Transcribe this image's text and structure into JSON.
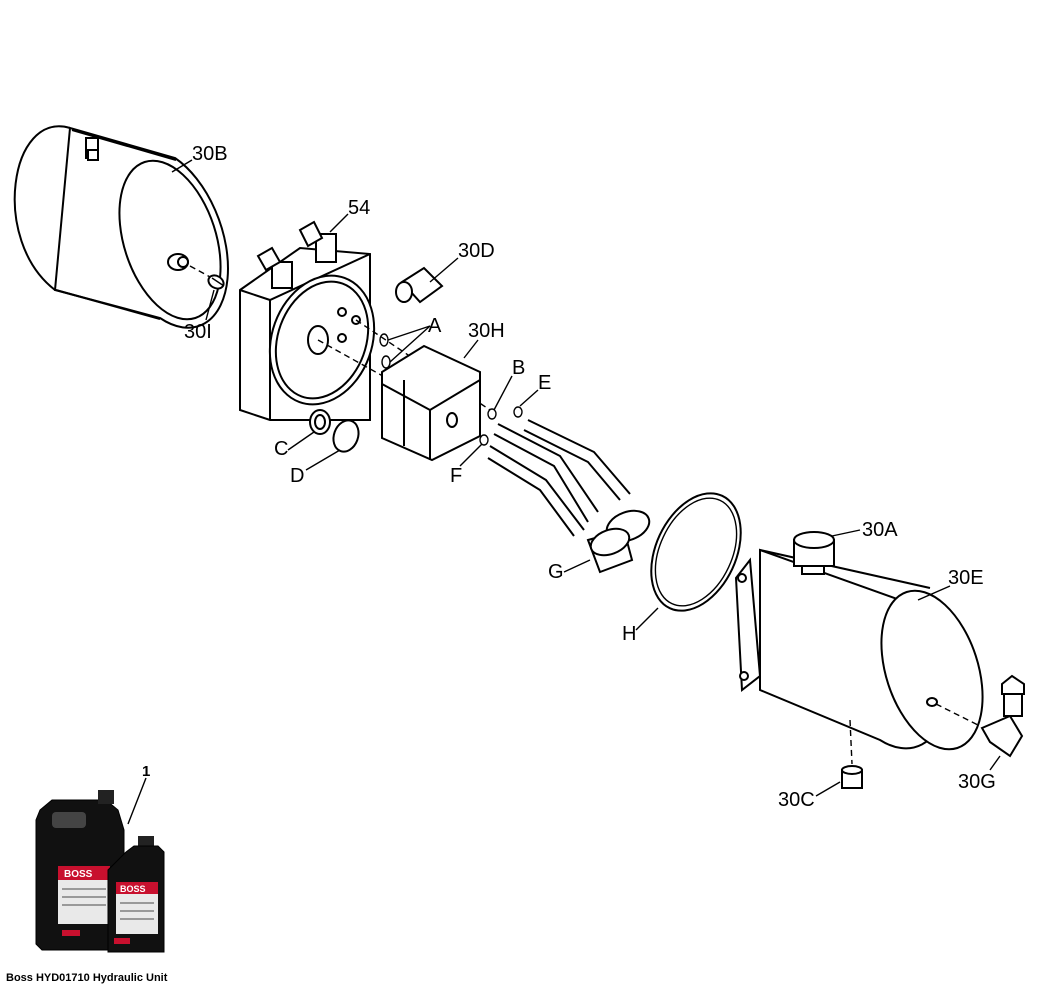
{
  "callouts": {
    "reservoir_left": "30B",
    "fitting_54": "54",
    "valve_30D": "30D",
    "plug_30I": "30I",
    "oring_A": "A",
    "pump_30H": "30H",
    "oring_B": "B",
    "oring_E": "E",
    "seal_C": "C",
    "oring_D": "D",
    "oring_F": "F",
    "filter_G": "G",
    "oring_H": "H",
    "cap_30A": "30A",
    "reservoir_right": "30E",
    "fill_plug_30C": "30C",
    "elbow_30G": "30G",
    "oil_1": "1"
  },
  "product": {
    "brand_jug": "BOSS",
    "brand_bottle": "BOSS"
  },
  "caption": "Boss HYD01710 Hydraulic Unit",
  "colors": {
    "line": "#000000",
    "background": "#ffffff",
    "label_red": "#c8102e",
    "jug_black": "#111111"
  }
}
